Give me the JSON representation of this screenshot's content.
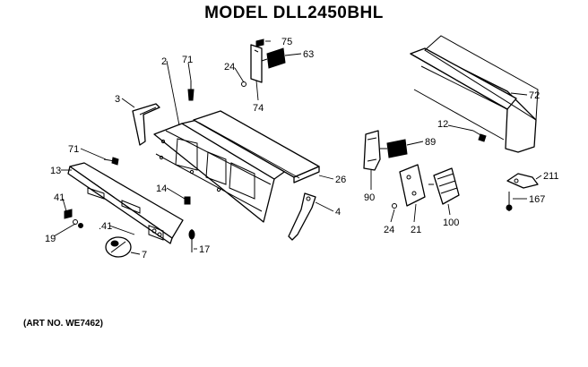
{
  "diagram": {
    "title": "MODEL DLL2450BHL",
    "art_number": "(ART NO. WE7462)",
    "callouts": [
      {
        "id": "2",
        "label": "2"
      },
      {
        "id": "71a",
        "label": "71"
      },
      {
        "id": "75",
        "label": "75"
      },
      {
        "id": "24a",
        "label": "24"
      },
      {
        "id": "63",
        "label": "63"
      },
      {
        "id": "74",
        "label": "74"
      },
      {
        "id": "3",
        "label": "3"
      },
      {
        "id": "71b",
        "label": "71"
      },
      {
        "id": "13",
        "label": "13"
      },
      {
        "id": "41a",
        "label": "41"
      },
      {
        "id": "19",
        "label": "19"
      },
      {
        "id": "41b",
        "label": ".41"
      },
      {
        "id": "14",
        "label": "14"
      },
      {
        "id": "7",
        "label": "7"
      },
      {
        "id": "17",
        "label": "17"
      },
      {
        "id": "26",
        "label": "26"
      },
      {
        "id": "4",
        "label": "4"
      },
      {
        "id": "72",
        "label": "72"
      },
      {
        "id": "12",
        "label": "12"
      },
      {
        "id": "89",
        "label": "89"
      },
      {
        "id": "90",
        "label": "90"
      },
      {
        "id": "24b",
        "label": "24"
      },
      {
        "id": "21",
        "label": "21"
      },
      {
        "id": "100",
        "label": "100"
      },
      {
        "id": "211",
        "label": "211"
      },
      {
        "id": "167",
        "label": "167"
      }
    ]
  }
}
